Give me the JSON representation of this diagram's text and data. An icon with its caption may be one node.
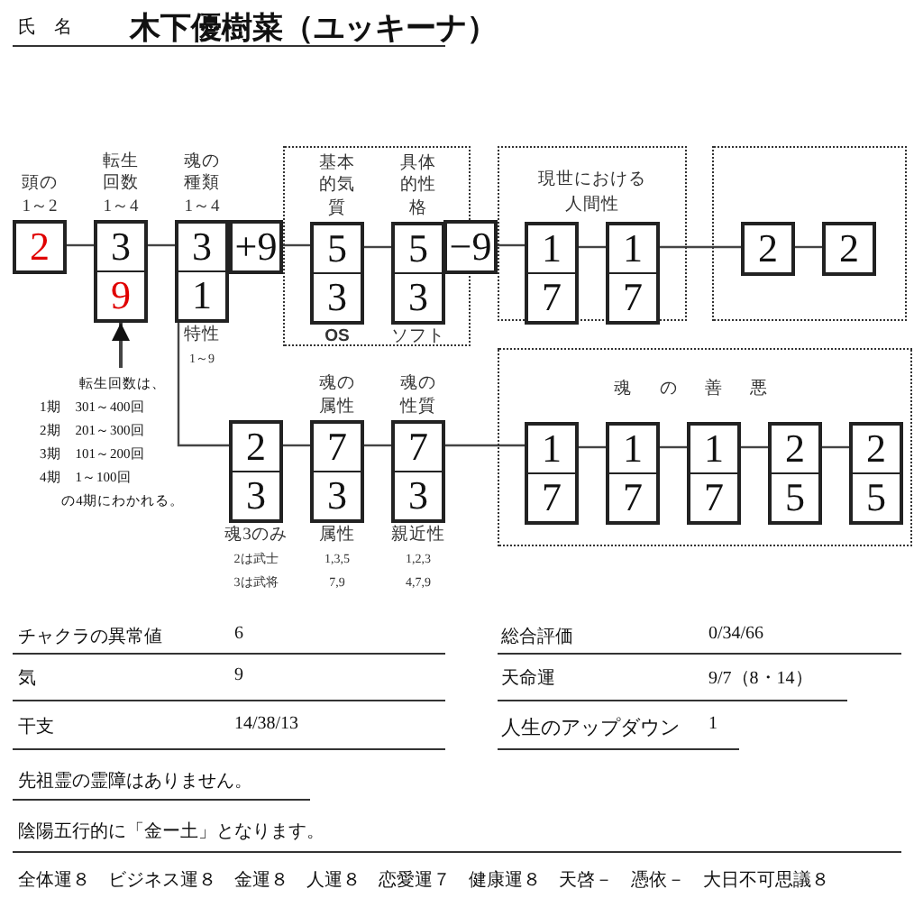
{
  "diagram": {
    "nodes": [
      {
        "text": [
          "頭の1～2",
          "2"
        ]
      },
      {
        "text": [
          "転生回数1～4",
          "3",
          "9"
        ]
      },
      {
        "text": [
          "魂の種類1～4",
          "3",
          "1"
        ],
        "beside": [
          "特性",
          "1～9"
        ]
      },
      {
        "text": [
          "+9"
        ]
      },
      {
        "text": [],
        "shape": "box"
      },
      {
        "text": [
          "基本的気質",
          "5",
          "3"
        ],
        "in": 4,
        "beside": [
          "OS"
        ]
      },
      {
        "text": [
          "具体的性格",
          "5",
          "3"
        ],
        "in": 4,
        "beside": [
          "ソフト"
        ]
      },
      {
        "text": [
          "−9"
        ]
      },
      {
        "text": [
          "現世における人間性"
        ]
      },
      {
        "text": [
          "1",
          "7"
        ],
        "in": 8
      },
      {
        "text": [
          "1",
          "7"
        ],
        "in": 8
      },
      {
        "text": [],
        "shape": "box"
      },
      {
        "text": [
          "2"
        ],
        "in": 11
      },
      {
        "text": [
          "2"
        ],
        "in": 11
      },
      {
        "text": [
          "転生回数は、",
          "1期　301～400回",
          "2期　201～300回",
          "3期　101～200回",
          "4期　1～100回",
          "の4期にわかれる。"
        ]
      },
      {
        "text": [
          "2",
          "3"
        ],
        "beside": [
          "魂3のみ",
          "2は武士",
          "3は武将"
        ]
      },
      {
        "text": [
          "魂の属性",
          "7",
          "3"
        ],
        "beside": [
          "属性",
          "1,3,5",
          "7,9"
        ]
      },
      {
        "text": [
          "魂の性質",
          "7",
          "3"
        ],
        "beside": [
          "親近性",
          "1,2,3",
          "4,7,9"
        ]
      },
      {
        "text": [
          "魂の善悪"
        ]
      },
      {
        "text": [
          "1",
          "7"
        ],
        "in": 18
      },
      {
        "text": [
          "1",
          "7"
        ],
        "in": 18
      },
      {
        "text": [
          "1",
          "7"
        ],
        "in": 18
      },
      {
        "text": [
          "2",
          "5"
        ],
        "in": 18
      },
      {
        "text": [
          "2",
          "5"
        ],
        "in": 18
      }
    ],
    "edges": [
      {
        "from": 0,
        "to": 1,
        "arrow": "none"
      },
      {
        "from": 1,
        "to": 2,
        "arrow": "none"
      },
      {
        "from": 3,
        "to": 5,
        "arrow": "none"
      },
      {
        "from": 5,
        "to": 6,
        "arrow": "none"
      },
      {
        "from": 7,
        "to": 9,
        "arrow": "none"
      },
      {
        "from": 9,
        "to": 10,
        "arrow": "none"
      },
      {
        "from": 10,
        "to": 12,
        "arrow": "none"
      },
      {
        "from": 12,
        "to": 13,
        "arrow": "none"
      },
      {
        "from": 14,
        "to": 1,
        "arrow": "to"
      },
      {
        "from": 2,
        "to": 15,
        "arrow": "none"
      },
      {
        "from": 15,
        "to": 16,
        "arrow": "none"
      },
      {
        "from": 16,
        "to": 17,
        "arrow": "none"
      },
      {
        "from": 17,
        "to": 19,
        "arrow": "none"
      },
      {
        "from": 19,
        "to": 20,
        "arrow": "none"
      },
      {
        "from": 20,
        "to": 21,
        "arrow": "none"
      },
      {
        "from": 21,
        "to": 22,
        "arrow": "none"
      },
      {
        "from": 22,
        "to": 23,
        "arrow": "none"
      }
    ],
    "labels": [
      "氏　名",
      "木下優樹菜（ユッキーナ）",
      "チャクラの異常値",
      "6",
      "総合評価",
      "0/34/66",
      "気",
      "9",
      "天命運",
      "9/7（8・14）",
      "干支",
      "14/38/13",
      "人生のアップダウン",
      "1",
      "先祖霊の霊障はありません。",
      "陰陽五行的に「金ー土」となります。",
      "全体運８",
      "ビジネス運８",
      "金運８",
      "人運８",
      "恋愛運７",
      "健康運８",
      "天啓－",
      "憑依－",
      "大日不可思議８"
    ]
  }
}
